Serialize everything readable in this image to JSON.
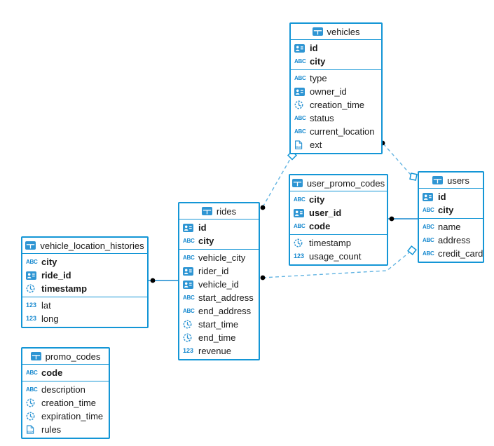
{
  "icons": {
    "text_label": "ABC",
    "number_label": "123",
    "json_label": "JSON"
  },
  "colors": {
    "table_border": "#1496d6",
    "icon_blue": "#2e95d3",
    "dashed_relation": "#63b4e2",
    "solid_relation": "#1789cf",
    "endpoint_dot": "#000000"
  },
  "tables": {
    "vehicles": {
      "name": "vehicles",
      "primary_fields": [
        {
          "name": "id",
          "type": "user"
        },
        {
          "name": "city",
          "type": "text"
        }
      ],
      "fields": [
        {
          "name": "type",
          "type": "text"
        },
        {
          "name": "owner_id",
          "type": "user"
        },
        {
          "name": "creation_time",
          "type": "time"
        },
        {
          "name": "status",
          "type": "text"
        },
        {
          "name": "current_location",
          "type": "text"
        },
        {
          "name": "ext",
          "type": "json"
        }
      ]
    },
    "user_promo_codes": {
      "name": "user_promo_codes",
      "primary_fields": [
        {
          "name": "city",
          "type": "text"
        },
        {
          "name": "user_id",
          "type": "user"
        },
        {
          "name": "code",
          "type": "text"
        }
      ],
      "fields": [
        {
          "name": "timestamp",
          "type": "time"
        },
        {
          "name": "usage_count",
          "type": "number"
        }
      ]
    },
    "users": {
      "name": "users",
      "primary_fields": [
        {
          "name": "id",
          "type": "user"
        },
        {
          "name": "city",
          "type": "text"
        }
      ],
      "fields": [
        {
          "name": "name",
          "type": "text"
        },
        {
          "name": "address",
          "type": "text"
        },
        {
          "name": "credit_card",
          "type": "text"
        }
      ]
    },
    "rides": {
      "name": "rides",
      "primary_fields": [
        {
          "name": "id",
          "type": "user"
        },
        {
          "name": "city",
          "type": "text"
        }
      ],
      "fields": [
        {
          "name": "vehicle_city",
          "type": "text"
        },
        {
          "name": "rider_id",
          "type": "user"
        },
        {
          "name": "vehicle_id",
          "type": "user"
        },
        {
          "name": "start_address",
          "type": "text"
        },
        {
          "name": "end_address",
          "type": "text"
        },
        {
          "name": "start_time",
          "type": "time"
        },
        {
          "name": "end_time",
          "type": "time"
        },
        {
          "name": "revenue",
          "type": "number"
        }
      ]
    },
    "vehicle_location_histories": {
      "name": "vehicle_location_histories",
      "primary_fields": [
        {
          "name": "city",
          "type": "text"
        },
        {
          "name": "ride_id",
          "type": "user"
        },
        {
          "name": "timestamp",
          "type": "time"
        }
      ],
      "fields": [
        {
          "name": "lat",
          "type": "number"
        },
        {
          "name": "long",
          "type": "number"
        }
      ]
    },
    "promo_codes": {
      "name": "promo_codes",
      "primary_fields": [
        {
          "name": "code",
          "type": "text"
        }
      ],
      "fields": [
        {
          "name": "description",
          "type": "text"
        },
        {
          "name": "creation_time",
          "type": "time"
        },
        {
          "name": "expiration_time",
          "type": "time"
        },
        {
          "name": "rules",
          "type": "json"
        }
      ]
    }
  },
  "relations": [
    {
      "from_table": "vehicle_location_histories",
      "to_table": "rides",
      "line_style": "solid"
    },
    {
      "from_table": "user_promo_codes",
      "to_table": "users",
      "line_style": "solid"
    },
    {
      "from_table": "rides",
      "to_table": "vehicles",
      "line_style": "dashed"
    },
    {
      "from_table": "vehicles",
      "to_table": "users",
      "line_style": "dashed"
    },
    {
      "from_table": "rides",
      "to_table": "users",
      "line_style": "dashed"
    }
  ]
}
